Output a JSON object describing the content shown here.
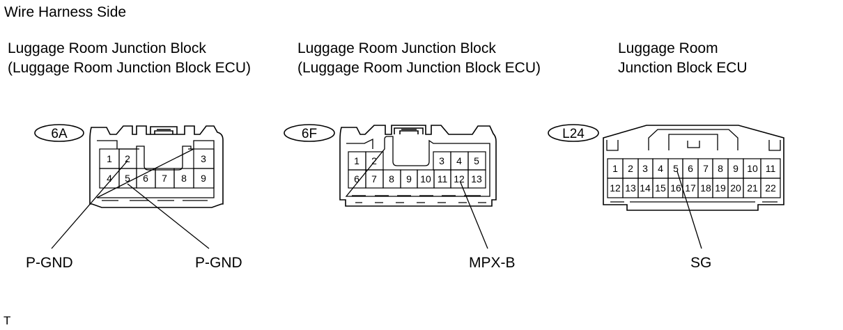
{
  "heading": "Wire Harness Side",
  "corner_mark": "T",
  "connectors": [
    {
      "title_line1": "Luggage Room Junction Block",
      "title_line2": "(Luggage Room Junction Block ECU)",
      "code": "6A",
      "pins_row1": [
        "1",
        "2",
        "3"
      ],
      "pins_row2": [
        "4",
        "5",
        "6",
        "7",
        "8",
        "9"
      ],
      "signals": [
        "P-GND",
        "P-GND"
      ]
    },
    {
      "title_line1": "Luggage Room Junction Block",
      "title_line2": "(Luggage Room Junction Block ECU)",
      "code": "6F",
      "pins_row1": [
        "1",
        "2",
        "3",
        "4",
        "5"
      ],
      "pins_row2": [
        "6",
        "7",
        "8",
        "9",
        "10",
        "11",
        "12",
        "13"
      ],
      "signals": [
        "MPX-B"
      ]
    },
    {
      "title_line1": "Luggage Room",
      "title_line2": "Junction Block ECU",
      "code": "L24",
      "pins_row1": [
        "1",
        "2",
        "3",
        "4",
        "5",
        "6",
        "7",
        "8",
        "9",
        "10",
        "11"
      ],
      "pins_row2": [
        "12",
        "13",
        "14",
        "15",
        "16",
        "17",
        "18",
        "19",
        "20",
        "21",
        "22"
      ],
      "signals": [
        "SG"
      ]
    }
  ]
}
